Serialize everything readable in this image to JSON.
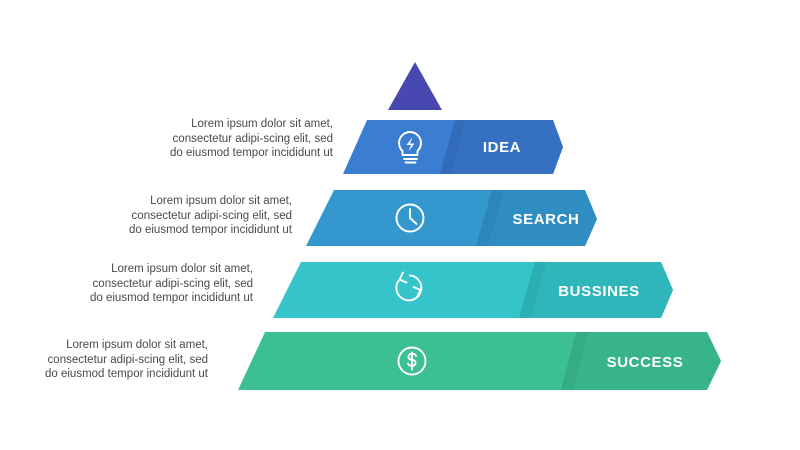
{
  "infographic": {
    "title_apex": "",
    "apex": {
      "name": "pyramid-apex-triangle",
      "color": "#4849b0"
    },
    "description_text": "Lorem ipsum dolor sit amet, consectetur adipi-scing elit, sed do eiusmod tempor incididunt ut",
    "levels": [
      {
        "label": "IDEA",
        "icon": "lightbulb-bolt-icon",
        "color": "#3b7dd0",
        "shadow_color": "#3570bd",
        "description": "Lorem ipsum dolor sit amet, consectetur adipi-scing elit, sed do eiusmod tempor incididunt ut"
      },
      {
        "label": "SEARCH",
        "icon": "clock-icon",
        "color": "#3498cf",
        "shadow_color": "#2f8abd",
        "description": "Lorem ipsum dolor sit amet, consectetur adipi-scing elit, sed do eiusmod tempor incididunt ut"
      },
      {
        "label": "BUSSINES",
        "icon": "refresh-cycle-icon",
        "color": "#35c4c9",
        "shadow_color": "#2fb2b8",
        "description": "Lorem ipsum dolor sit amet, consectetur adipi-scing elit, sed do eiusmod tempor incididunt ut"
      },
      {
        "label": "SUCCESS",
        "icon": "dollar-circle-icon",
        "color": "#3dbf94",
        "shadow_color": "#37ae88",
        "description": "Lorem ipsum dolor sit amet, consectetur adipi-scing elit, sed do eiusmod tempor incididunt ut"
      }
    ]
  }
}
